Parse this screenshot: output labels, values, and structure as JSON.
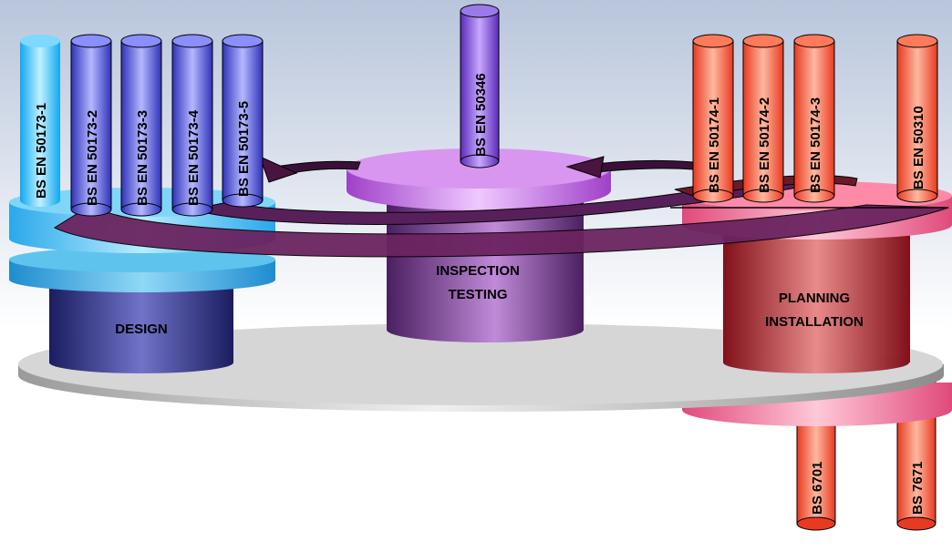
{
  "stages": {
    "design": "DESIGN",
    "inspection_line1": "INSPECTION",
    "inspection_line2": "TESTING",
    "planning_line1": "PLANNING",
    "planning_line2": "INSTALLATION"
  },
  "standards": {
    "design": [
      "BS EN 50173-1",
      "BS EN 50173-2",
      "BS EN 50173-3",
      "BS EN 50173-4",
      "BS EN 50173-5"
    ],
    "inspection": [
      "BS EN 50346"
    ],
    "planning": [
      "BS EN 50174-1",
      "BS EN 50174-2",
      "BS EN 50174-3",
      "BS EN 50310"
    ],
    "national": [
      "BS 6701",
      "BS 7671"
    ]
  },
  "colors": {
    "design": "#3a3c8c",
    "inspection": "#8a3aa0",
    "planning": "#b8202c",
    "design_pillar": "#5a5ee0",
    "planning_pillar": "#f26a4e",
    "arrow": "#4a1440"
  }
}
